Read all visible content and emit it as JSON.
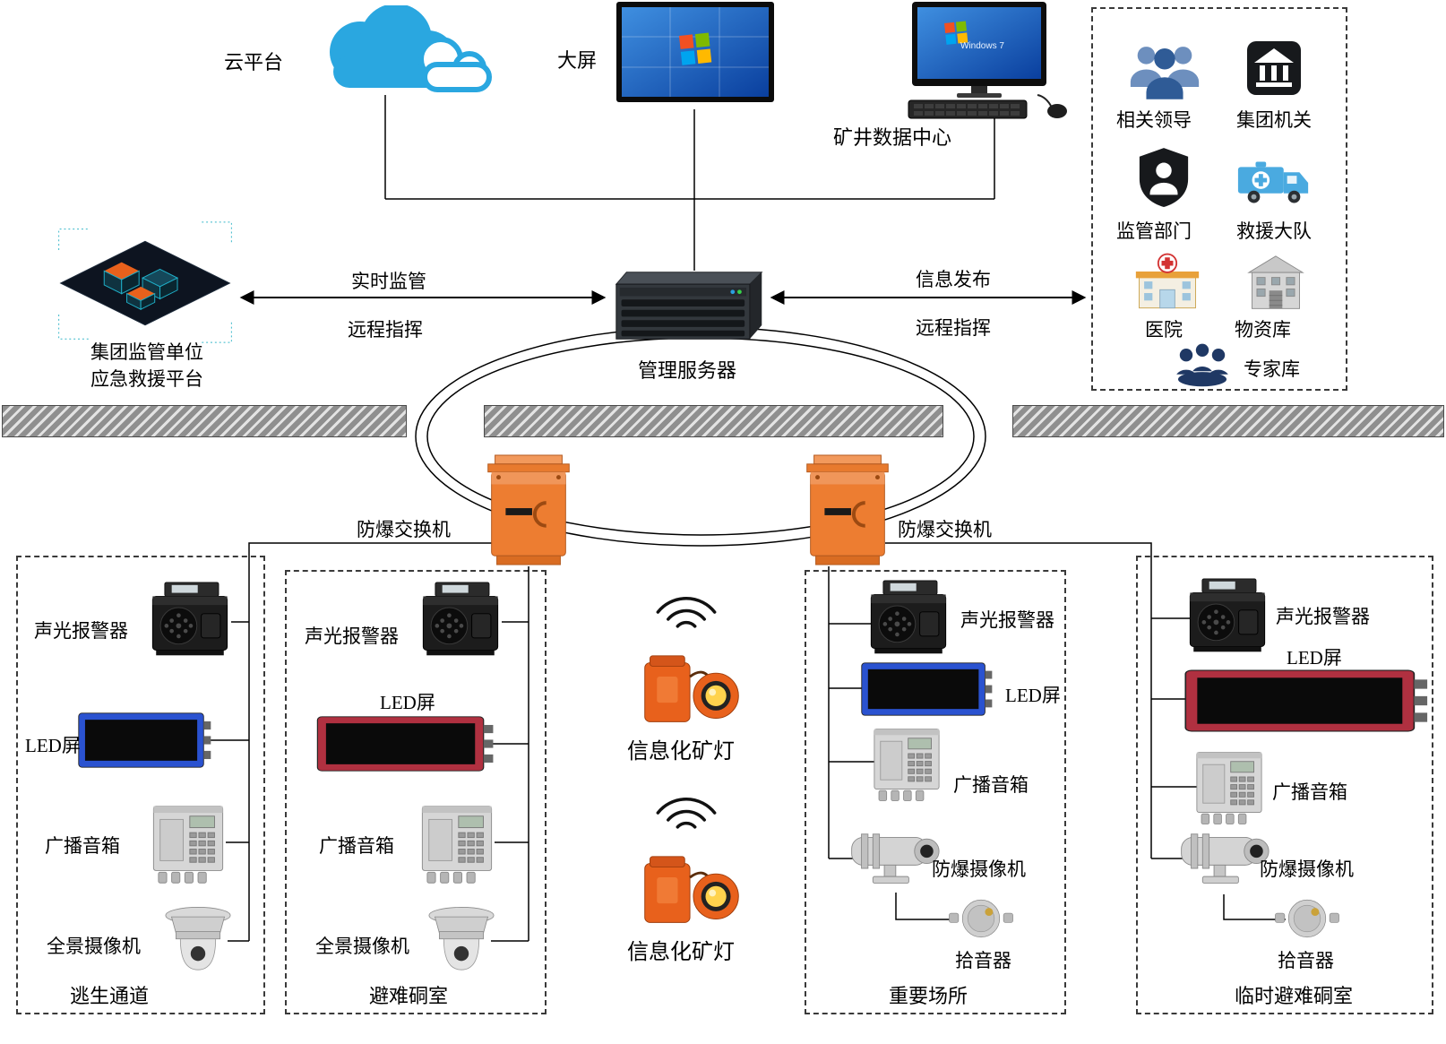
{
  "top": {
    "cloud_label": "云平台",
    "bigscreen_label": "大屏",
    "datacenter_label": "矿井数据中心",
    "datacenter_screen_text": "Windows 7"
  },
  "platform": {
    "line1": "集团监管单位",
    "line2": "应急救援平台"
  },
  "server_label": "管理服务器",
  "links": {
    "left_top": "实时监管",
    "left_bottom": "远程指挥",
    "right_top": "信息发布",
    "right_bottom": "远程指挥"
  },
  "switch_left_label": "防爆交换机",
  "switch_right_label": "防爆交换机",
  "panel": {
    "items": [
      {
        "label": "相关领导"
      },
      {
        "label": "集团机关"
      },
      {
        "label": "监管部门"
      },
      {
        "label": "救援大队"
      },
      {
        "label": "医院"
      },
      {
        "label": "物资库"
      },
      {
        "label": "专家库"
      }
    ]
  },
  "zones": [
    {
      "title": "逃生通道",
      "devices": [
        "声光报警器",
        "LED屏",
        "广播音箱",
        "全景摄像机"
      ]
    },
    {
      "title": "避难硐室",
      "devices": [
        "声光报警器",
        "LED屏",
        "广播音箱",
        "全景摄像机"
      ]
    },
    {
      "title": "重要场所",
      "devices": [
        "声光报警器",
        "LED屏",
        "广播音箱",
        "防爆摄像机",
        "拾音器"
      ]
    },
    {
      "title": "临时避难硐室",
      "devices": [
        "声光报警器",
        "LED屏",
        "广播音箱",
        "防爆摄像机",
        "拾音器"
      ]
    }
  ],
  "lamps": {
    "top_label": "信息化矿灯",
    "bottom_label": "信息化矿灯"
  },
  "colors": {
    "led_blue": "#2a52d0",
    "led_red": "#b03040",
    "switch_orange": "#ed7d31",
    "cloud_blue": "#2aa7e0",
    "accent_dark": "#17191c"
  }
}
